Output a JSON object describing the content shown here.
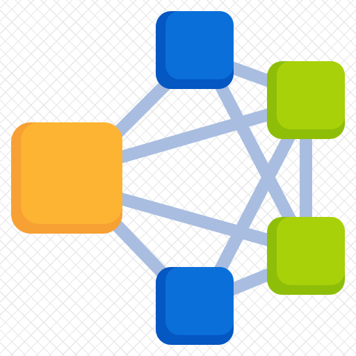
{
  "icon": {
    "name": "network-topology-icon",
    "colors": {
      "connector": "#a8bde0",
      "orange_node": "#fdb432",
      "orange_node_shadow": "#f7a033",
      "blue_node": "#0b6fd9",
      "blue_node_shadow": "#0557c2",
      "green_node": "#a8d10a",
      "green_node_shadow": "#8fbe08"
    },
    "nodes": [
      {
        "id": "orange",
        "color_key": "orange"
      },
      {
        "id": "top-blue",
        "color_key": "blue"
      },
      {
        "id": "bottom-blue",
        "color_key": "blue"
      },
      {
        "id": "top-green",
        "color_key": "green"
      },
      {
        "id": "bottom-green",
        "color_key": "green"
      }
    ]
  }
}
